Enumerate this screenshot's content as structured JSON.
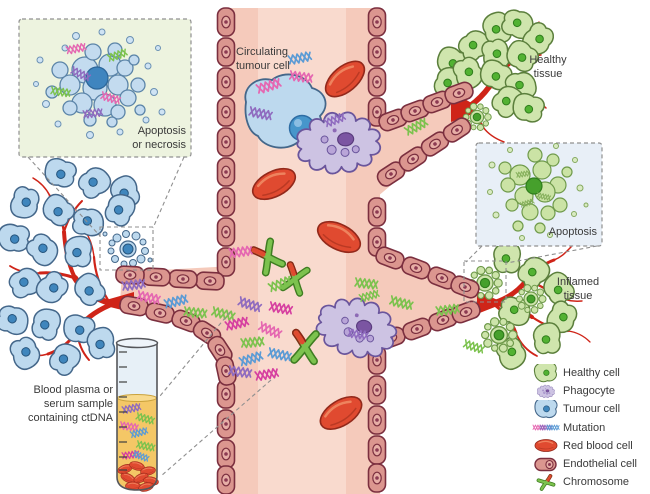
{
  "figure": {
    "labels": {
      "apoptosis_or_necrosis": "Apoptosis\nor necrosis",
      "circulating_tumour_cell": "Circulating\ntumour cell",
      "healthy_tissue": "Healthy\ntissue",
      "apoptosis": "Apoptosis",
      "inflamed_tissue": "Inflamed\ntissue",
      "blood_sample": "Blood plasma or\nserum sample\ncontaining ctDNA"
    },
    "legend": {
      "items": [
        {
          "icon": "healthy-cell-icon",
          "label": "Healthy cell"
        },
        {
          "icon": "phagocyte-icon",
          "label": "Phagocyte"
        },
        {
          "icon": "tumour-cell-icon",
          "label": "Tumour cell"
        },
        {
          "icon": "mutation-icon",
          "label": "Mutation"
        },
        {
          "icon": "red-blood-cell-icon",
          "label": "Red blood cell"
        },
        {
          "icon": "endothelial-cell-icon",
          "label": "Endothelial cell"
        },
        {
          "icon": "chromosome-icon",
          "label": "Chromosome"
        }
      ]
    },
    "colors": {
      "vessel_lumen": "#f5cabb",
      "endothelial_fill": "#db968f",
      "endothelial_outline": "#7b2f3f",
      "red_blood_cell": "#e04a30",
      "tumour_cell": "#bdd9ee",
      "tumour_nucleus": "#3f86bd",
      "healthy_cell": "#cfe5ad",
      "healthy_nucleus": "#4ca32e",
      "phagocyte": "#cdc3e3",
      "capillary_red": "#cf2418",
      "plasma_yellow": "#f4c766",
      "inset_green_bg": "#edf3df",
      "inset_blue_bg": "#e8eff7",
      "mutation_pink": "#e567b1",
      "mutation_green": "#7cc24e",
      "mutation_blue": "#5b9bd5",
      "mutation_purple": "#8f6bbf",
      "mutation_magenta": "#d63fa0"
    }
  }
}
